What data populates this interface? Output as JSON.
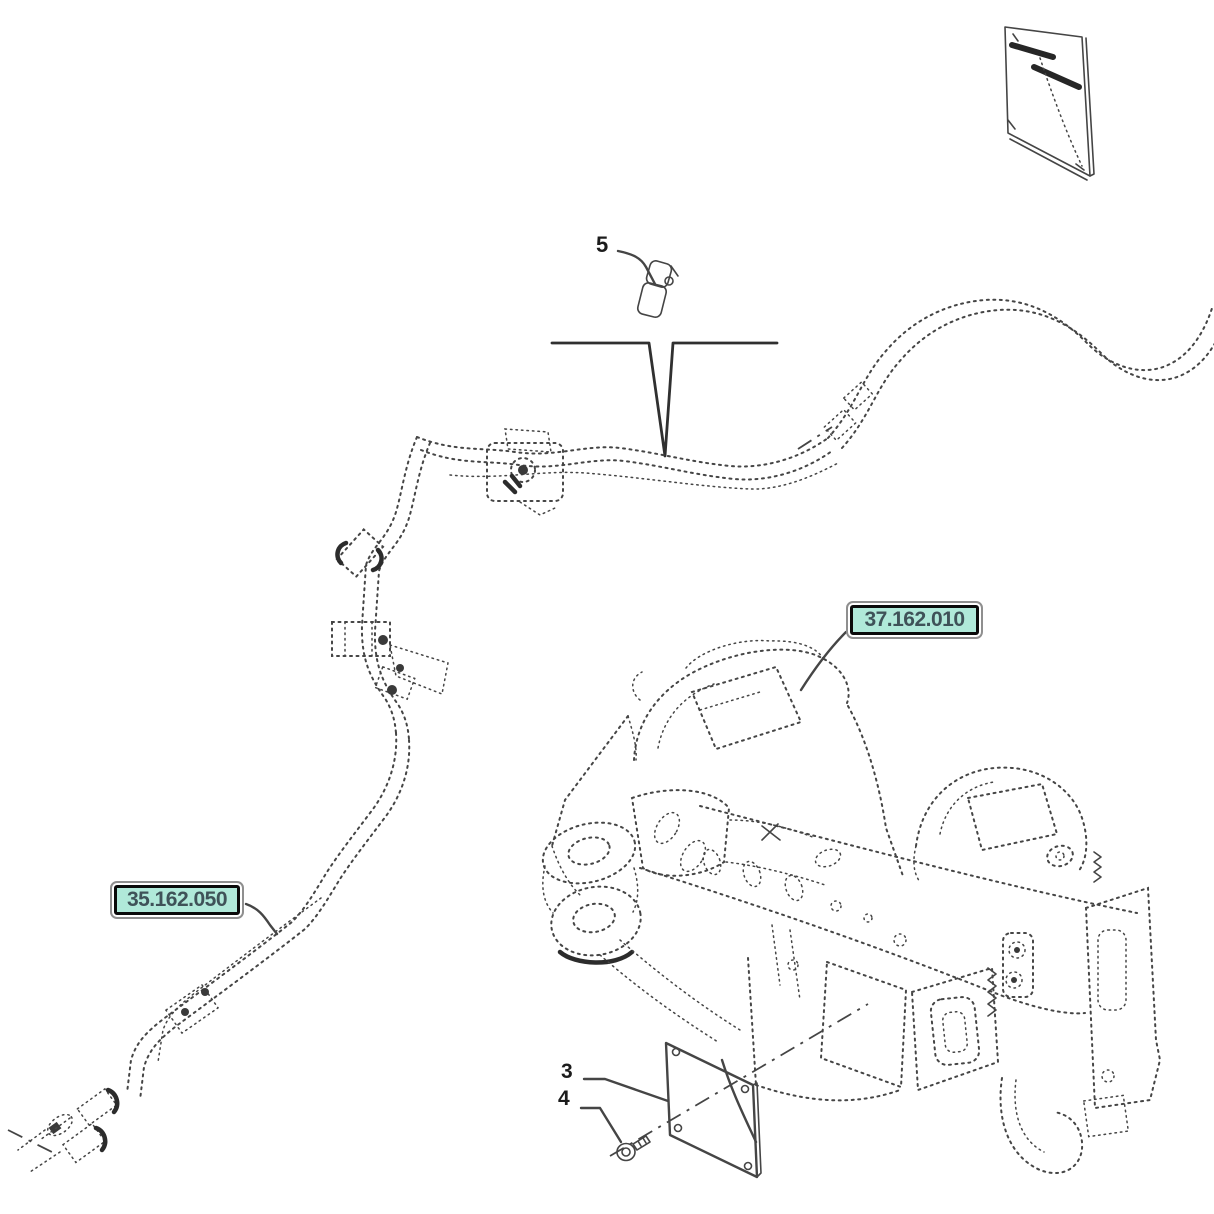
{
  "page": {
    "background_color": "#ffffff"
  },
  "diagram": {
    "callouts": [
      {
        "number": "5"
      },
      {
        "number": "3"
      },
      {
        "number": "4"
      }
    ],
    "ref_labels": [
      {
        "code": "37.162.010"
      },
      {
        "code": "35.162.050"
      }
    ],
    "colors": {
      "page_bg": "#ffffff",
      "label_fill": "#b0e9d9",
      "label_text": "#3f5258",
      "label_inner_border": "#0a0a0a",
      "label_outer_border": "#8f8f8f",
      "line_color": "#454545",
      "callout_text": "#1c1c1c"
    }
  }
}
